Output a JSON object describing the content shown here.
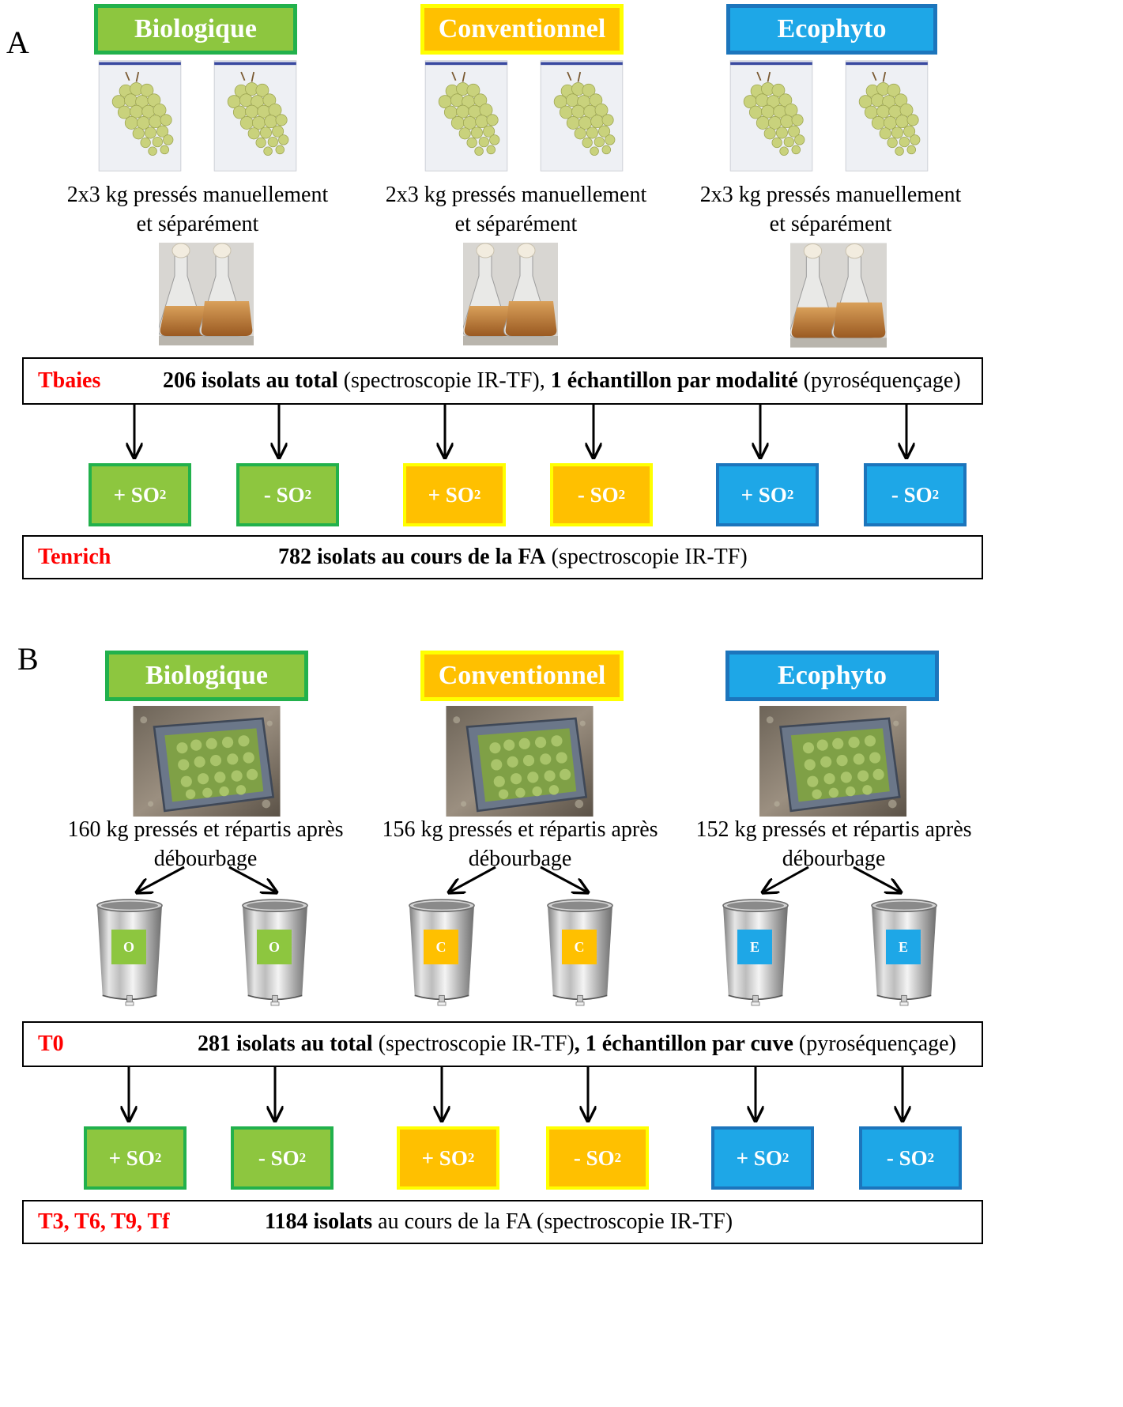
{
  "panel_a": {
    "letter": "A",
    "categories": {
      "bio": "Biologique",
      "conv": "Conventionnel",
      "eco": "Ecophyto"
    },
    "press_caption_line1": "2x3 kg pressés manuellement",
    "press_caption_line2": "et séparément",
    "sampling_box": {
      "label": "Tbaies",
      "bold1": "206 isolats au total",
      "text1": " (spectroscopie IR-TF), ",
      "bold2": "1 échantillon par modalité",
      "text2": " (pyroséquençage)"
    },
    "so2_plus": "+ SO",
    "so2_minus": "- SO",
    "so2_sub": "2",
    "enrich_box": {
      "label": "Tenrich",
      "bold1": "782 isolats au cours de la FA",
      "text1": " (spectroscopie IR-TF)"
    }
  },
  "panel_b": {
    "letter": "B",
    "categories": {
      "bio": "Biologique",
      "conv": "Conventionnel",
      "eco": "Ecophyto"
    },
    "captions": {
      "bio_line1": "160 kg pressés et répartis après",
      "conv_line1": "156 kg pressés et répartis après",
      "eco_line1": "152 kg pressés et répartis après",
      "line2": "débourbage"
    },
    "tank_labels": {
      "bio": "O",
      "conv": "C",
      "eco": "E"
    },
    "sampling_box": {
      "label": "T0",
      "bold1": "281 isolats au total",
      "text1": "  (spectroscopie IR-TF)",
      "bold2": ", 1 échantillon par cuve",
      "text2": " (pyroséquençage)"
    },
    "so2_plus": "+ SO",
    "so2_minus": "- SO",
    "so2_sub": "2",
    "final_box": {
      "label": "T3, T6, T9, Tf",
      "bold1": "1184 isolats",
      "text1": " au cours de la FA (spectroscopie IR-TF)"
    }
  },
  "colors": {
    "bio_fill": "#8dc63f",
    "bio_border": "#22b14c",
    "conv_fill": "#ffc000",
    "conv_border": "#ffff00",
    "eco_fill": "#1ea7e7",
    "eco_border": "#1c75bc",
    "label_red": "#ff0000"
  },
  "icons": {
    "grape_bag": "grape-bag-photo",
    "flasks": "erlenmeyer-flasks-photo",
    "crate": "grape-crate-photo",
    "tank": "stainless-steel-tank"
  }
}
